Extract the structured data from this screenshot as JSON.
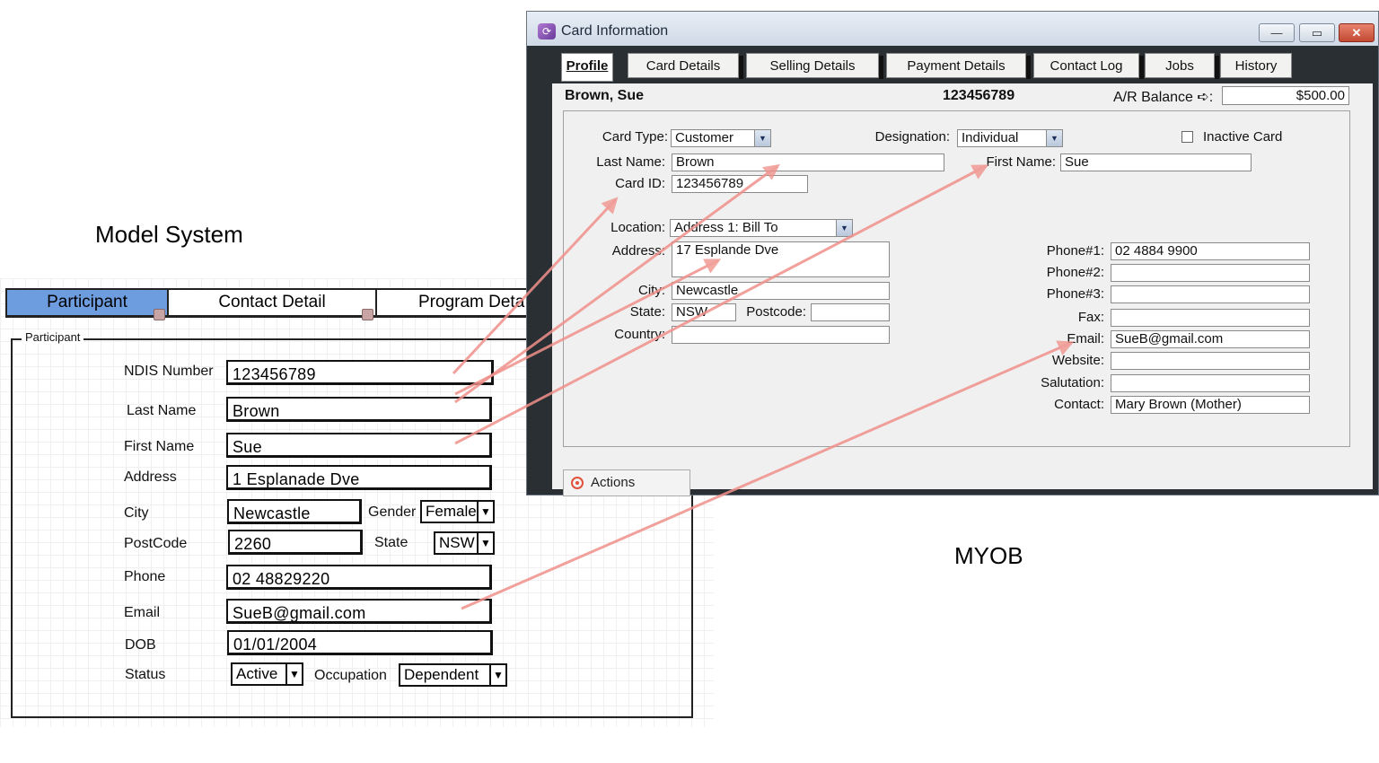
{
  "captions": {
    "model": "Model System",
    "myob": "MYOB"
  },
  "model": {
    "tabs": [
      "Participant",
      "Contact Detail",
      "Program Deta"
    ],
    "legend": "Participant",
    "labels": {
      "ndis": "NDIS Number",
      "last": "Last Name",
      "first": "First Name",
      "address": "Address",
      "city": "City",
      "gender": "Gender",
      "postcode": "PostCode",
      "state": "State",
      "phone": "Phone",
      "email": "Email",
      "dob": "DOB",
      "status": "Status",
      "occupation": "Occupation"
    },
    "values": {
      "ndis": "123456789",
      "last": "Brown",
      "first": "Sue",
      "address": "1 Esplanade Dve",
      "city": "Newcastle",
      "gender": "Female",
      "postcode": "2260",
      "state": "NSW",
      "phone": "02 48829220",
      "email": "SueB@gmail.com",
      "dob": "01/01/2004",
      "status": "Active",
      "occupation": "Dependent"
    }
  },
  "myob": {
    "title": "Card Information",
    "window_buttons": {
      "minimize": "—",
      "maximize": "▭",
      "close": "✕"
    },
    "tabs": [
      "Profile",
      "Card Details",
      "Selling Details",
      "Payment Details",
      "Contact Log",
      "Jobs",
      "History"
    ],
    "header": {
      "name": "Brown, Sue",
      "id": "123456789",
      "ar_label": "A/R Balance ➪:",
      "ar_value": "$500.00"
    },
    "labels": {
      "card_type": "Card Type:",
      "designation": "Designation:",
      "inactive": "Inactive Card",
      "last_name": "Last Name:",
      "first_name": "First Name:",
      "card_id": "Card ID:",
      "location": "Location:",
      "address": "Address:",
      "city": "City:",
      "state": "State:",
      "postcode": "Postcode:",
      "country": "Country:",
      "phone1": "Phone#1:",
      "phone2": "Phone#2:",
      "phone3": "Phone#3:",
      "fax": "Fax:",
      "email": "Email:",
      "website": "Website:",
      "salutation": "Salutation:",
      "contact": "Contact:"
    },
    "values": {
      "card_type": "Customer",
      "designation": "Individual",
      "last_name": "Brown",
      "first_name": "Sue",
      "card_id": "123456789",
      "location": "Address 1:  Bill To",
      "address": "17 Esplande Dve",
      "city": "Newcastle",
      "state": "NSW",
      "postcode": "",
      "country": "",
      "phone1": "02 4884 9900",
      "phone2": "",
      "phone3": "",
      "fax": "",
      "email": "SueB@gmail.com",
      "website": "",
      "salutation": "",
      "contact": "Mary Brown (Mother)"
    },
    "dropdown_glyph": "▼",
    "actions": "Actions"
  },
  "colors": {
    "arrow": "#f0908a",
    "active_tab_sketch": "#6e9ddf"
  }
}
